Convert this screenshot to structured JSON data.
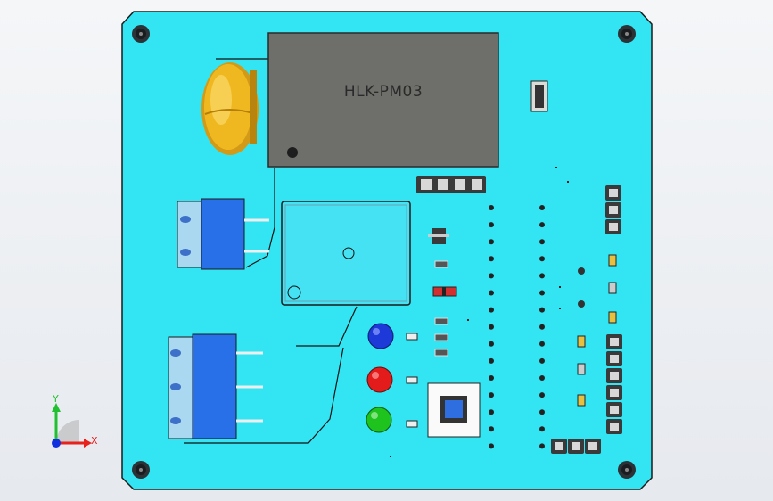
{
  "view": {
    "background": "#eef1f4",
    "board_color": "#33e5f3",
    "board_edge": "#1a1a1a"
  },
  "module": {
    "label": "HLK-PM03",
    "color": "#6e6e6a"
  },
  "components": {
    "inductor": "toroidal-inductor",
    "relay": "relay",
    "terminal_blocks": [
      "terminal-block-small",
      "terminal-block-large"
    ],
    "leds": [
      {
        "name": "led-blue",
        "color": "#1d39d8"
      },
      {
        "name": "led-red",
        "color": "#e41b1b"
      },
      {
        "name": "led-green",
        "color": "#1ec31e"
      }
    ],
    "push_button": "tactile-switch"
  },
  "axis": {
    "x_label": "X",
    "y_label": "Y",
    "x_color": "#e8211c",
    "y_color": "#20c030",
    "z_color": "#1030e0"
  }
}
